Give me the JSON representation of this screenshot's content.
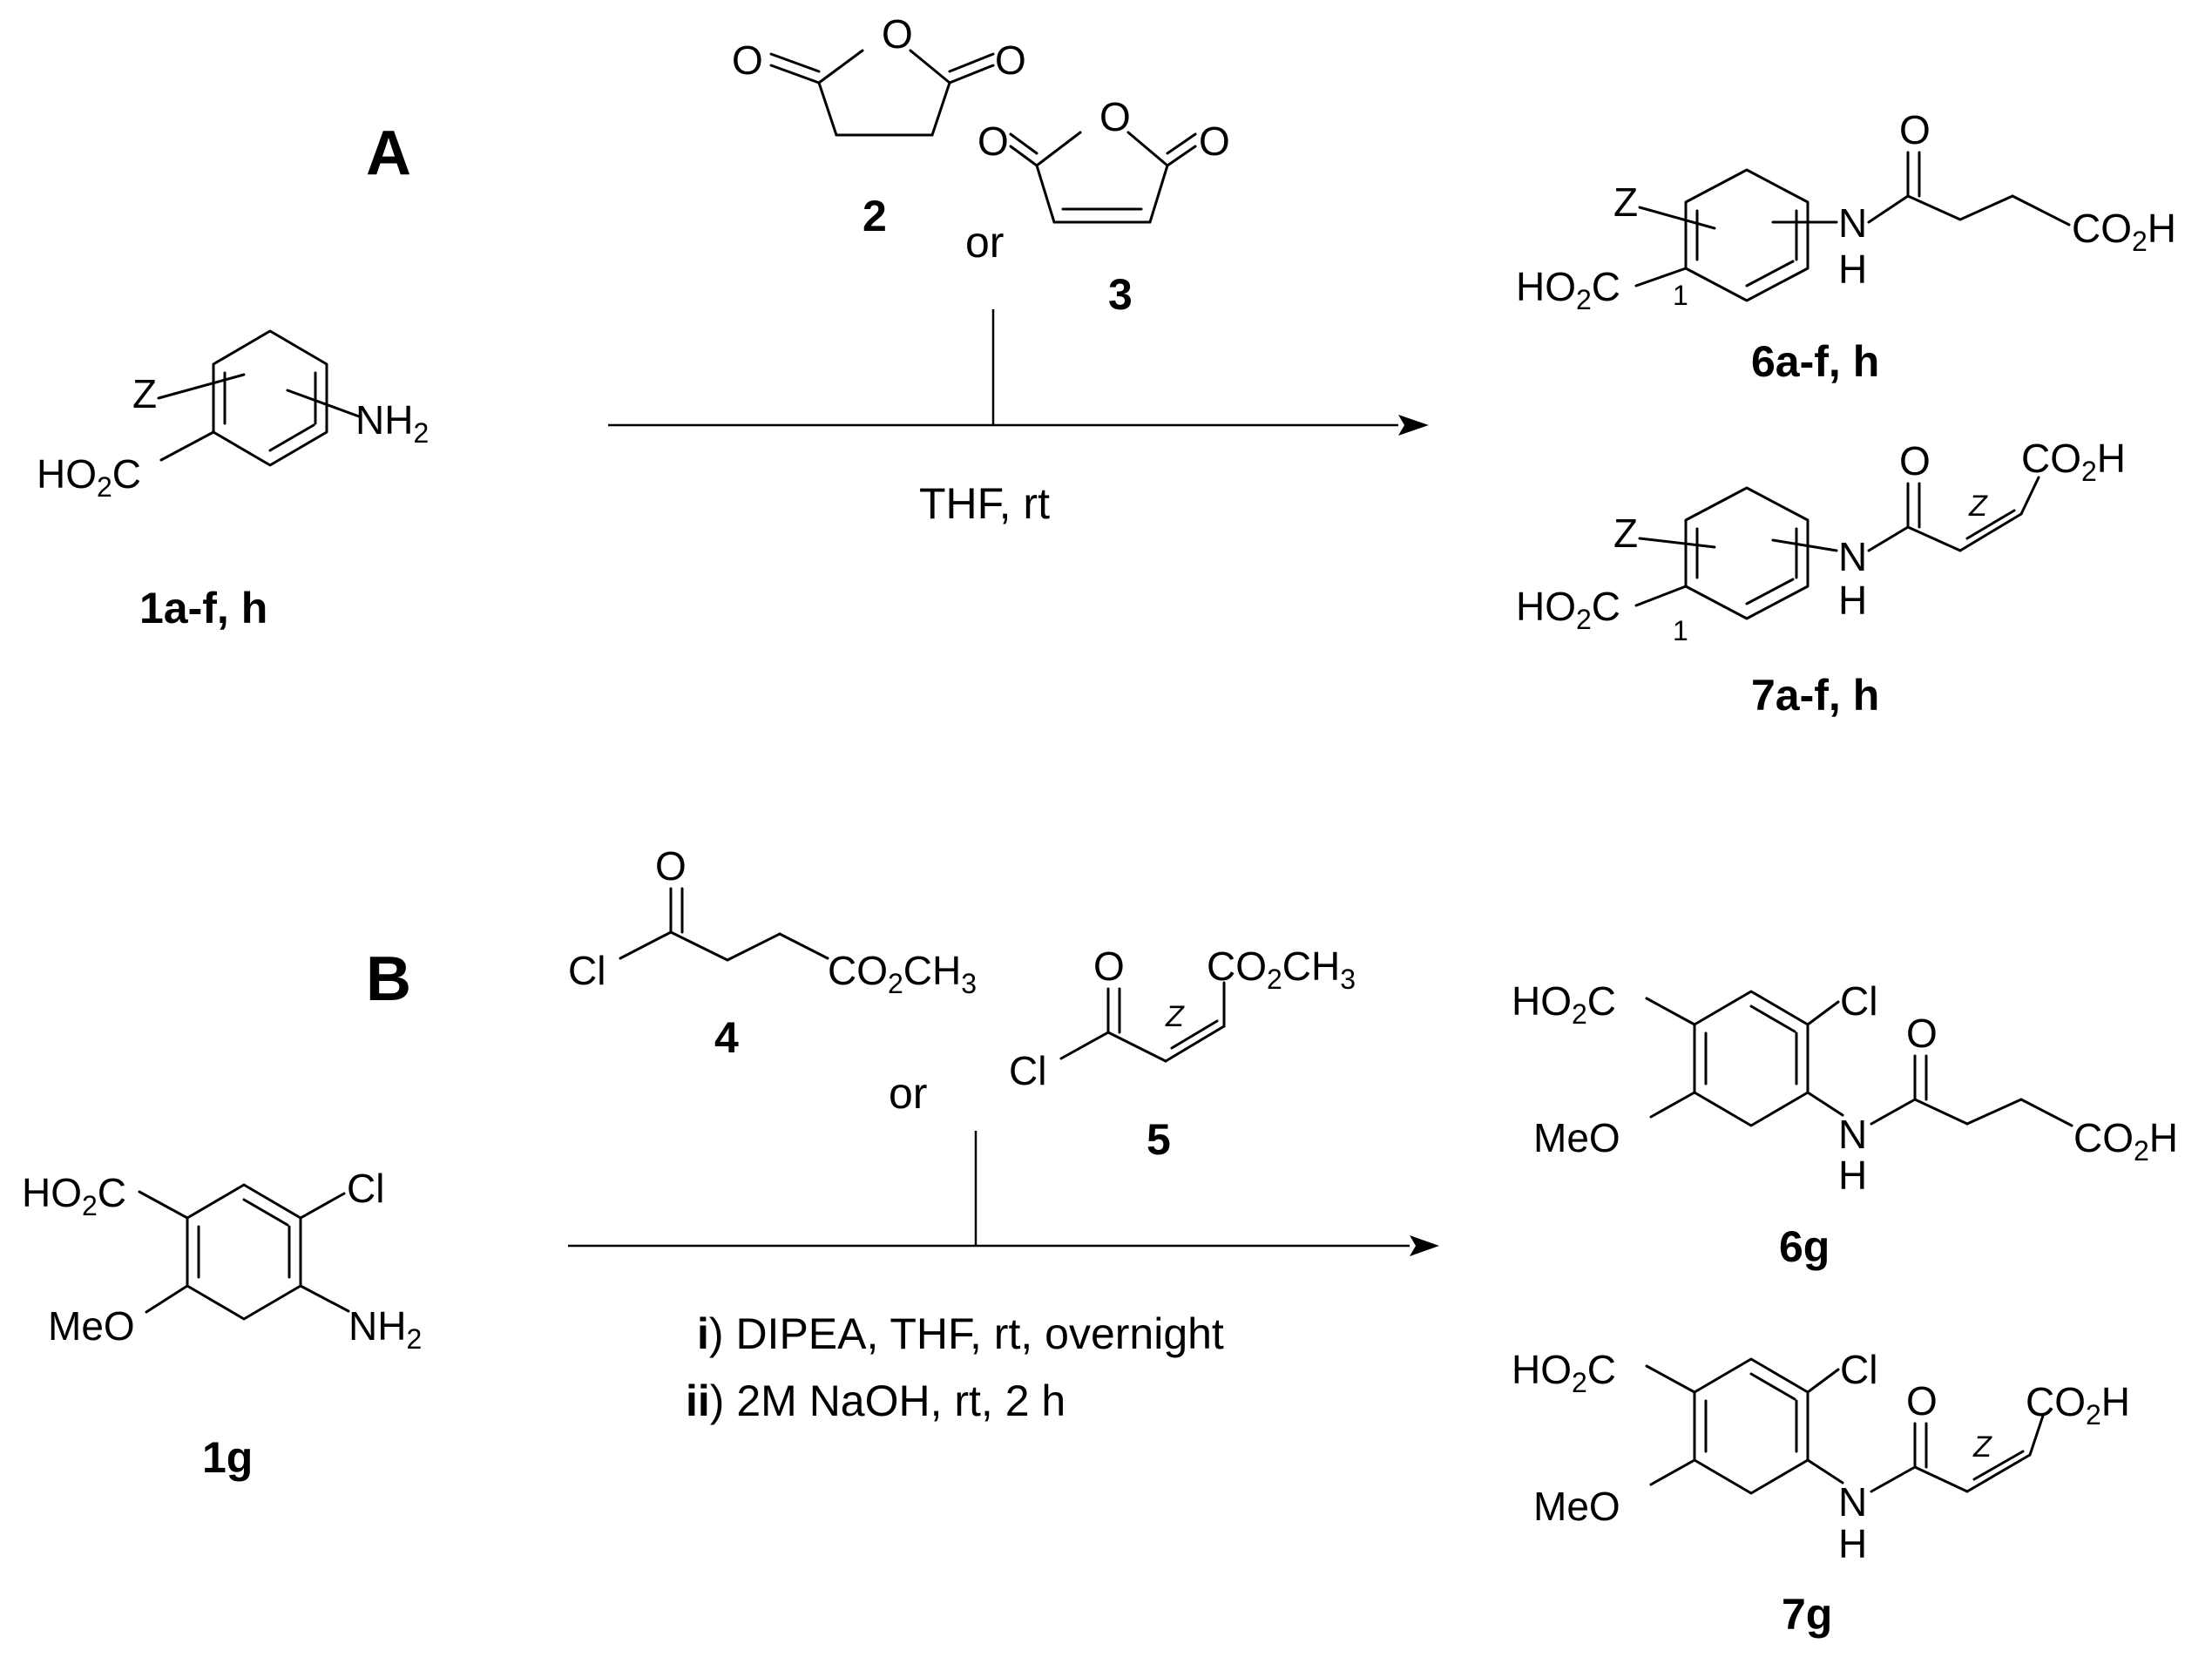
{
  "scheme": {
    "A": {
      "header": "A",
      "reagent_2_label": "2",
      "or_label": "or",
      "reagent_3_label": "3",
      "conditions": "THF, rt",
      "sm_label": "1a-f, h",
      "product_6_label": "6a-f, h",
      "product_7_label": "7a-f, h"
    },
    "B": {
      "header": "B",
      "reagent_4_label": "4",
      "or_label": "or",
      "reagent_5_label": "5",
      "cond_1_num": "i",
      "cond_1_text": ") DIPEA, THF, rt, overnight",
      "cond_2_num": "ii",
      "cond_2_text": ") 2M NaOH, rt, 2 h",
      "sm_label": "1g",
      "product_6_label": "6g",
      "product_7_label": "7g"
    },
    "atoms": {
      "O": "O",
      "Z": "Z",
      "N": "N",
      "H": "H",
      "NH": "NH",
      "NH2_sub": "2",
      "HO": "HO",
      "CO": "CO",
      "C": "C",
      "CH": "CH",
      "sub2": "2",
      "sub3": "3",
      "Cl": "Cl",
      "MeO": "MeO",
      "stereo_Z": "Z",
      "locant_1": "1"
    }
  }
}
